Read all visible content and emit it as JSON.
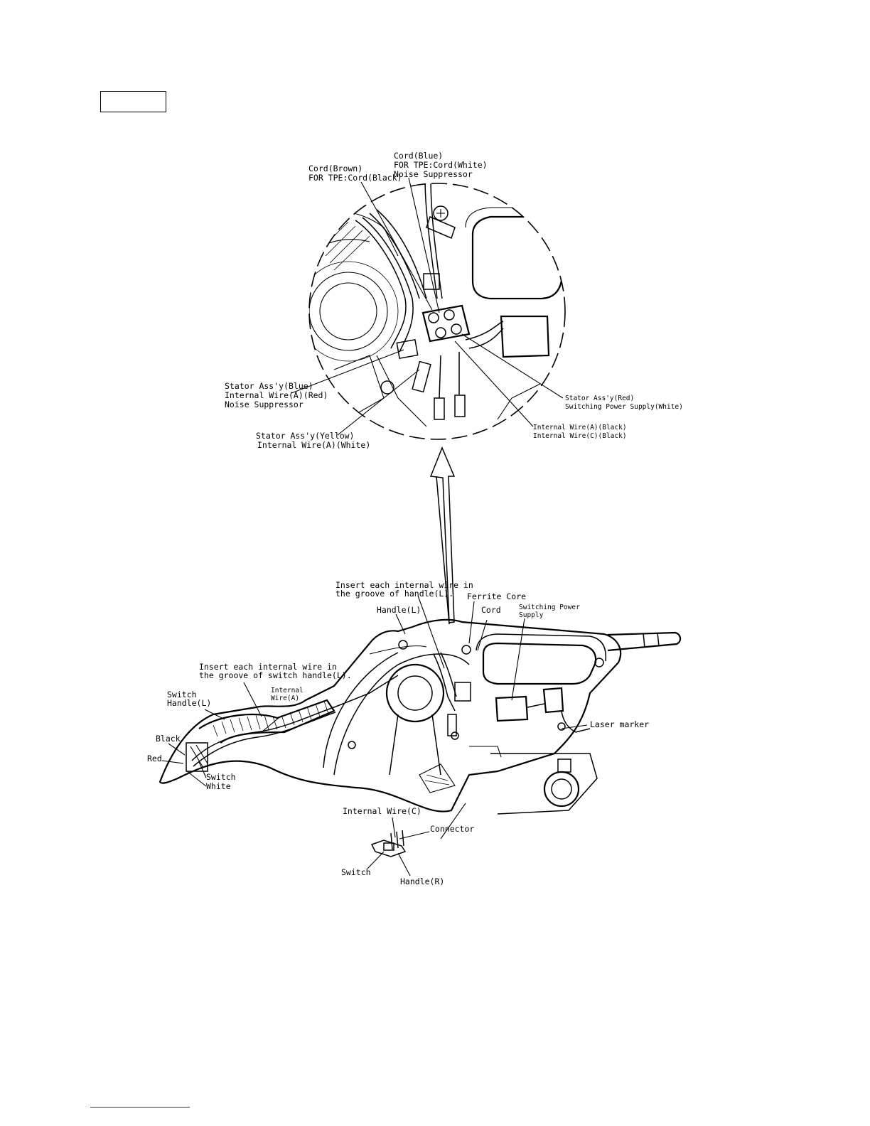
{
  "figure_label": "",
  "detail_labels": {
    "cord_brown_1": "Cord(Brown)",
    "cord_brown_2": "FOR TPE:Cord(Black)",
    "cord_blue_1": "Cord(Blue)",
    "cord_blue_2": "FOR TPE:Cord(White)",
    "cord_blue_3": "Noise Suppressor",
    "stator_blue_1": "Stator Ass'y(Blue)",
    "stator_blue_2": "Internal Wire(A)(Red)",
    "stator_blue_3": "Noise Suppressor",
    "stator_yellow_1": "Stator Ass'y(Yellow)",
    "stator_yellow_2": "Internal Wire(A)(White)",
    "stator_red_1": "Stator Ass'y(Red)",
    "stator_red_2": "Switching Power Supply(White)",
    "iw_black_1": "Internal Wire(A)(Black)",
    "iw_black_2": "Internal Wire(C)(Black)"
  },
  "main_labels": {
    "insert_handle_1": "Insert each internal wire in",
    "insert_handle_2": "the groove of handle(L).",
    "handle_l": "Handle(L)",
    "ferrite_core": "Ferrite Core",
    "cord": "Cord",
    "sps_1": "Switching Power",
    "sps_2": "Supply",
    "insert_switch_1": "Insert each internal wire in",
    "insert_switch_2": "the groove of switch handle(L).",
    "switch_handle_1": "Switch",
    "switch_handle_2": "Handle(L)",
    "internal_wire_a_1": "Internal",
    "internal_wire_a_2": "Wire(A)",
    "black": "Black",
    "red": "Red",
    "switch": "Switch",
    "white": "White",
    "laser_marker": "Laser marker",
    "internal_wire_c": "Internal Wire(C)",
    "connector": "Connector",
    "switch_bottom": "Switch",
    "handle_r": "Handle(R)"
  }
}
